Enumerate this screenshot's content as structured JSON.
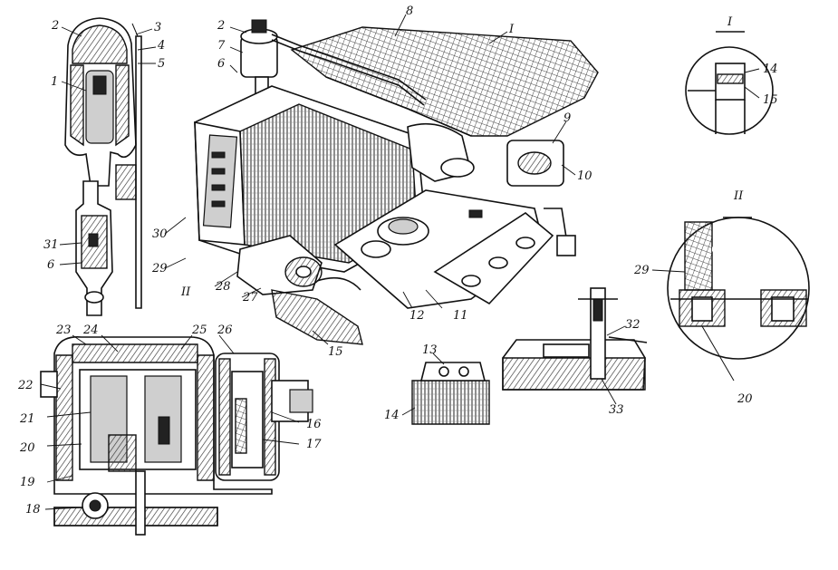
{
  "figure": {
    "section_labels": [
      "I",
      "II"
    ],
    "part_numbers": {
      "n1": "1",
      "n2a": "2",
      "n2b": "2",
      "n3": "3",
      "n4": "4",
      "n5": "5",
      "n6a": "6",
      "n6b": "6",
      "n7": "7",
      "n8": "8",
      "n9": "9",
      "n10": "10",
      "n11": "11",
      "n12": "12",
      "n13": "13",
      "n14": "14",
      "n14b": "14",
      "n15": "15",
      "n15b": "15",
      "n16": "16",
      "n17": "17",
      "n18": "18",
      "n19": "19",
      "n20": "20",
      "n21": "21",
      "n22": "22",
      "n23": "23",
      "n24": "24",
      "n25": "25",
      "n26": "26",
      "n27": "27",
      "n28": "28",
      "n29": "29",
      "n29b": "29",
      "n30": "30",
      "n31": "31",
      "n32": "32",
      "n33": "33",
      "n20b": "20",
      "secI": "I",
      "secII": "II",
      "secI_top": "I",
      "secII_top": "II"
    }
  }
}
